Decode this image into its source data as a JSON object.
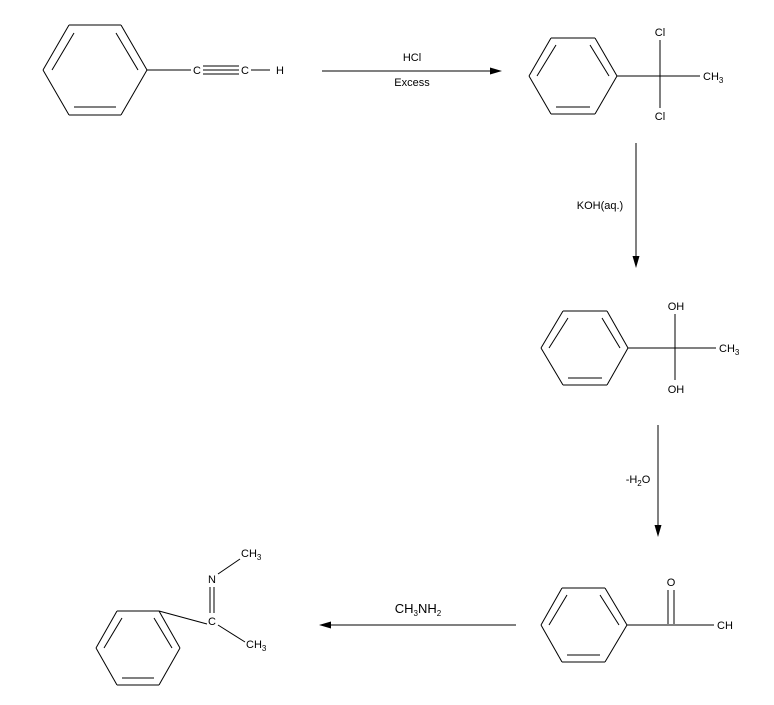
{
  "reagents": {
    "step1_top": "HCl",
    "step1_bottom": "Excess",
    "step2": "KOH(aq.)",
    "step3_prefix": "-H",
    "step3_sub": "2",
    "step3_suffix": "O",
    "step4_a": "CH",
    "step4_a_sub": "3",
    "step4_b": "NH",
    "step4_b_sub": "2"
  },
  "atoms": {
    "carbon": "C",
    "hydrogen": "H",
    "chlorine": "Cl",
    "hydroxyl": "OH",
    "oxygen": "O",
    "nitrogen": "N",
    "methyl": "CH",
    "methyl_sub": "3",
    "methyl_cut": "CH"
  }
}
